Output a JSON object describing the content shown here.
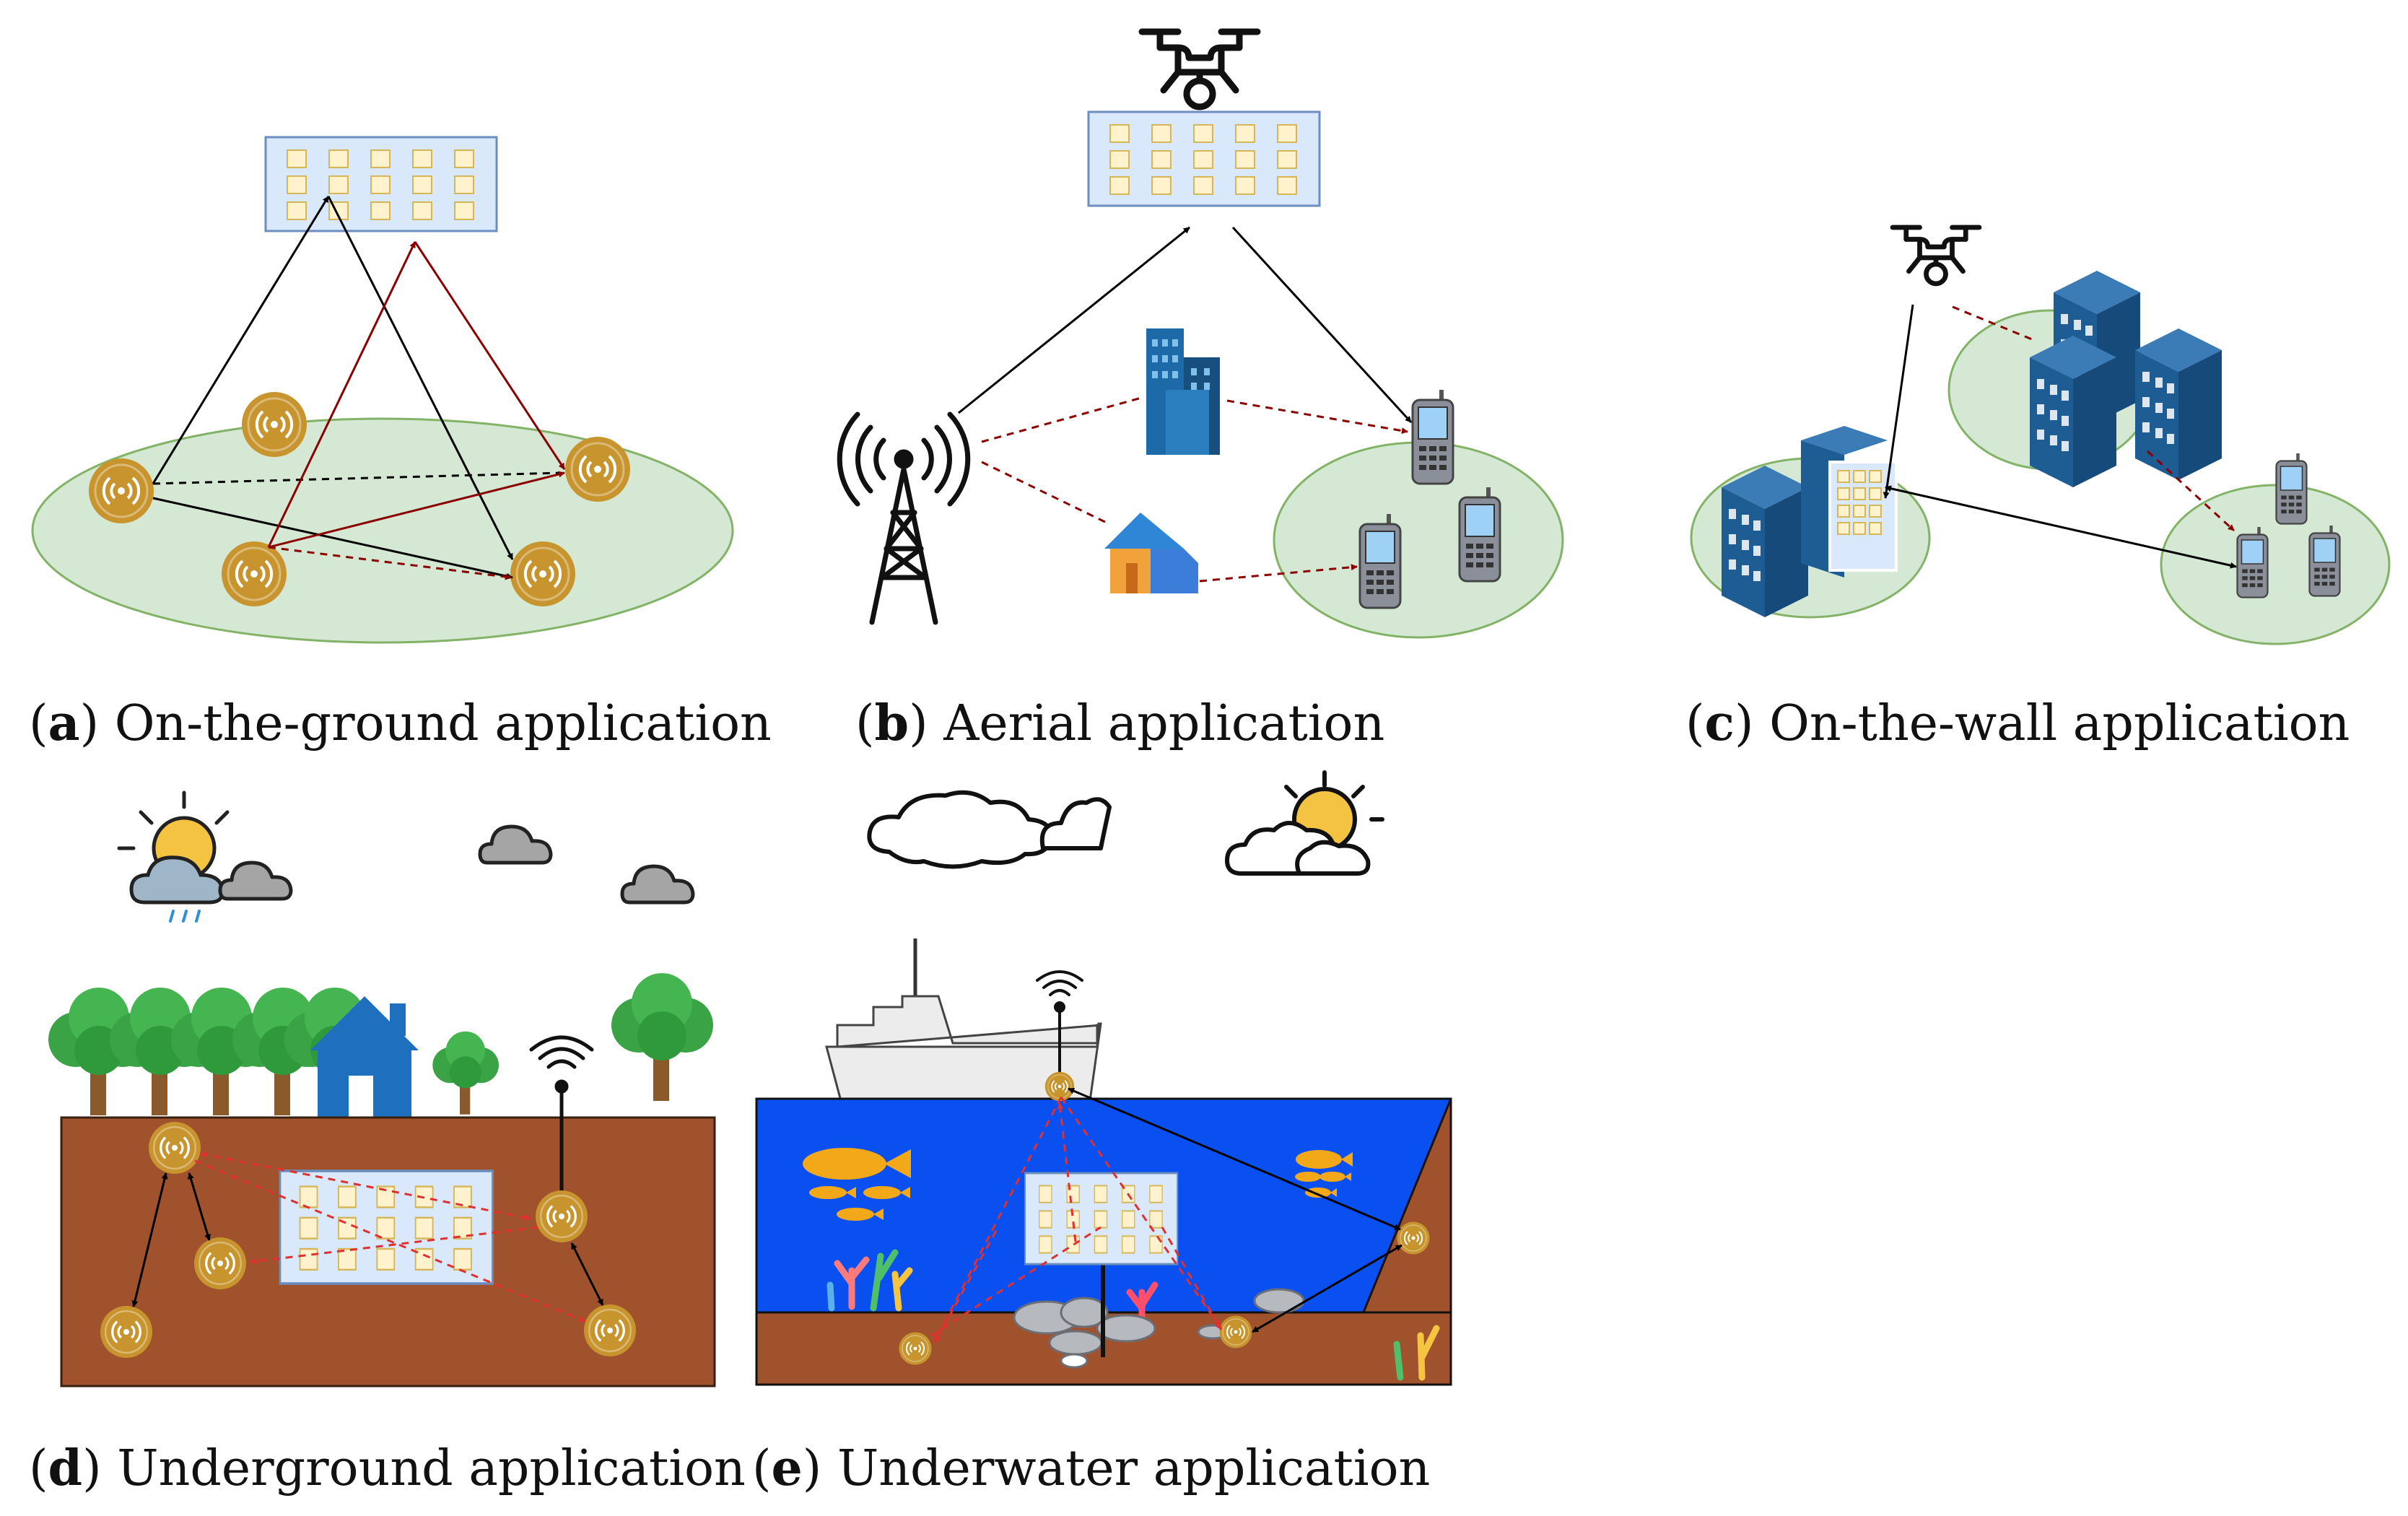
{
  "captions": {
    "a": {
      "letter": "a",
      "text": "On-the-ground application"
    },
    "b": {
      "letter": "b",
      "text": "Aerial application"
    },
    "c": {
      "letter": "c",
      "text": "On-the-wall application"
    },
    "d": {
      "letter": "d",
      "text": "Underground application"
    },
    "e": {
      "letter": "e",
      "text": "Underwater application"
    }
  },
  "colors": {
    "ris_fill": "#dae8fc",
    "ris_stroke": "#6c8ebf",
    "element_fill": "#fff2cc",
    "element_stroke": "#d6b656",
    "coverage_fill": "#d5e8d4",
    "coverage_stroke": "#82b366",
    "sensor": "#c8942e",
    "soil": "#a0522d",
    "water": "#0a4ff0",
    "link_direct": "#000000",
    "link_reflected": "#8b0000",
    "link_red": "#e03030"
  },
  "icons": [
    "ris-panel-icon",
    "drone-icon",
    "cell-tower-icon",
    "building-icon",
    "house-icon",
    "mobile-phone-icon",
    "sensor-icon",
    "sun-cloud-icon",
    "cloud-icon",
    "tree-icon",
    "ship-icon",
    "fish-icon",
    "coral-icon",
    "rock-icon"
  ]
}
